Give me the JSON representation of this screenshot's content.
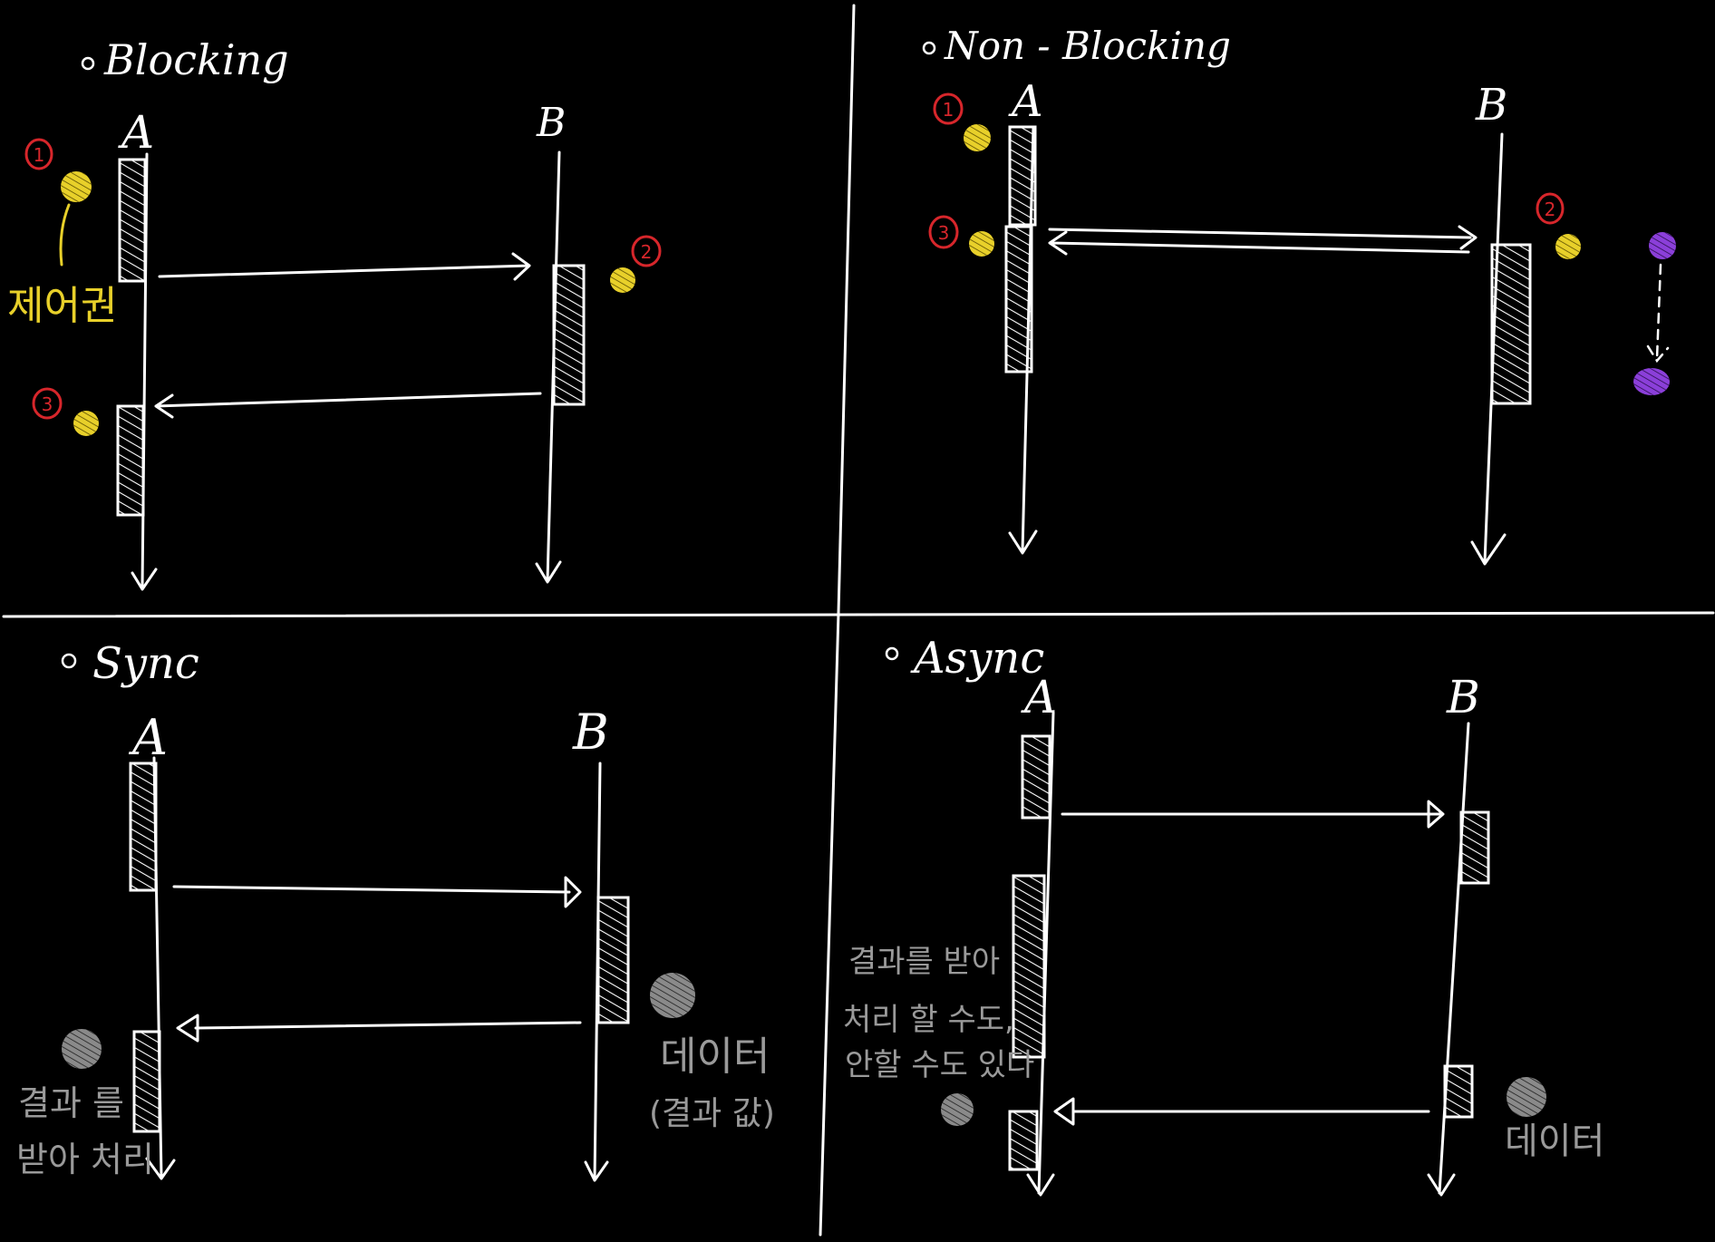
{
  "colors": {
    "background": "#000000",
    "ink": "#ffffff",
    "control": "#e8d02a",
    "marker": "#d7262b",
    "data": "#8a8a8a",
    "worker": "#8b3fd9"
  },
  "panels": {
    "blocking": {
      "title": "Blocking",
      "actor_a": "A",
      "actor_b": "B",
      "control_label": "제어권",
      "step_1": "1",
      "step_2": "2",
      "step_3": "3"
    },
    "non_blocking": {
      "title": "Non - Blocking",
      "actor_a": "A",
      "actor_b": "B",
      "step_1": "1",
      "step_2": "2",
      "step_3": "3"
    },
    "sync": {
      "title": "Sync",
      "actor_a": "A",
      "actor_b": "B",
      "data_label": "데이터",
      "data_note": "(결과 값)",
      "receive_line_1": "결과 를",
      "receive_line_2": "받아 처리"
    },
    "async": {
      "title": "Async",
      "actor_a": "A",
      "actor_b": "B",
      "data_label": "데이터",
      "note_line_1": "결과를 받아",
      "note_line_2": "처리 할 수도,",
      "note_line_3": "안할 수도 있다"
    }
  },
  "icons": {
    "control_token": "hatched-circle-icon",
    "step_marker": "circled-number-icon",
    "data_token": "gray-hatched-circle-icon",
    "worker_token": "purple-hatched-circle-icon"
  }
}
